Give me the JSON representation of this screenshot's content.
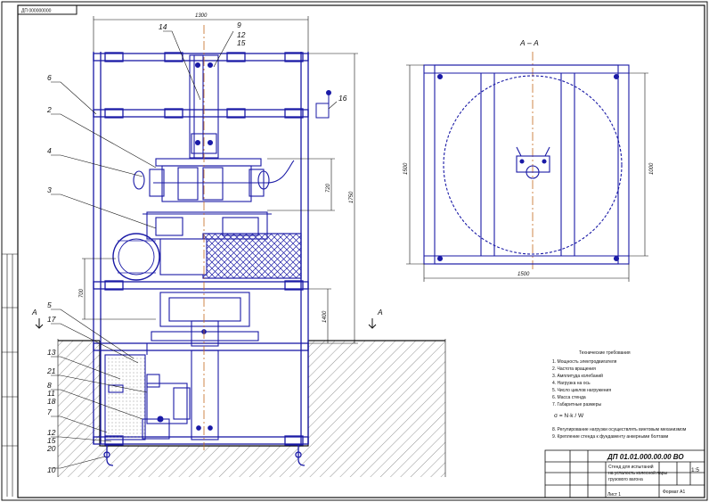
{
  "sheet": {
    "doc_code": "ДП 000000000",
    "section_label": "А – А",
    "cut_mark": "А",
    "stamp_code": "ДП 01.01.000.00.00 ВО",
    "stamp_name_lines": [
      "Стенд для испытаний",
      "на усталость колесной пары",
      "грузового вагона"
    ],
    "stamp_mass": "1:5",
    "stamp_format": "Формат А1",
    "stamp_sheet": "Лист 1"
  },
  "position_labels": {
    "left": [
      {
        "id": "6",
        "text": "6"
      },
      {
        "id": "2",
        "text": "2"
      },
      {
        "id": "4",
        "text": "4"
      },
      {
        "id": "3",
        "text": "3"
      },
      {
        "id": "5",
        "text": "5"
      },
      {
        "id": "17",
        "text": "17"
      },
      {
        "id": "13",
        "text": "13"
      },
      {
        "id": "21",
        "text": "21"
      },
      {
        "id": "8",
        "text": "8"
      },
      {
        "id": "11",
        "text": "11"
      },
      {
        "id": "18",
        "text": "18"
      },
      {
        "id": "7",
        "text": "7"
      },
      {
        "id": "12b",
        "text": "12"
      },
      {
        "id": "15b",
        "text": "15"
      },
      {
        "id": "20",
        "text": "20"
      },
      {
        "id": "10",
        "text": "10"
      }
    ],
    "top": [
      {
        "id": "14",
        "text": "14"
      },
      {
        "id": "9",
        "text": "9"
      },
      {
        "id": "12a",
        "text": "12"
      },
      {
        "id": "15a",
        "text": "15"
      },
      {
        "id": "16",
        "text": "16"
      }
    ]
  },
  "dimensions": {
    "top_width": "1300",
    "overall_height": "1750",
    "mid_height": "720",
    "lower_height": "1400",
    "left_height": "700",
    "section_height": "1500",
    "section_inner_height": "1000",
    "section_width": "1500"
  },
  "notes": {
    "title": "Технические требования",
    "lines": [
      "1. Мощность электродвигателя",
      "2. Частота вращения",
      "3. Амплитуда колебаний",
      "4. Нагрузка на ось",
      "5. Число циклов нагружения",
      "6. Масса стенда",
      "7. Габаритные размеры"
    ],
    "formula": "σ = N·k / W",
    "footer_lines": [
      "8. Регулирование нагрузки осуществлять винтовым механизмом",
      "9. Крепление стенда к фундаменту анкерными болтами"
    ]
  },
  "colors": {
    "line": "#1a1aa6",
    "ink": "#111111",
    "center": "#c46a1f",
    "ground_hatch": "#555555"
  }
}
